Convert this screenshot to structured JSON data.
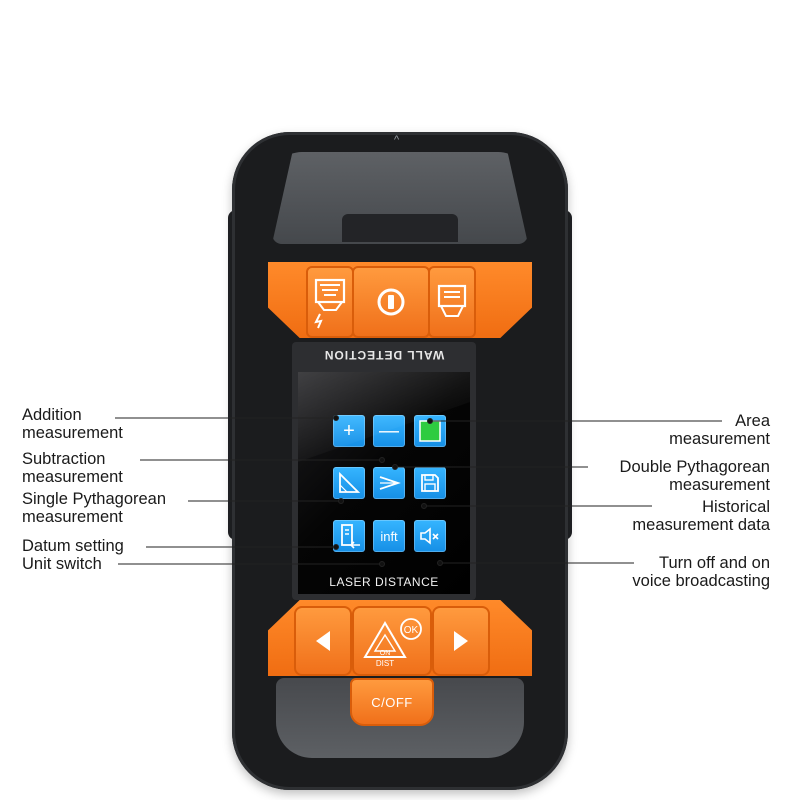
{
  "device": {
    "screen_top_label": "WALL DETECTION",
    "screen_bottom_label": "LASER DISTANCE",
    "unit_tile_text": "inft",
    "power_button_label": "C/OFF",
    "on_dist_top": "ON",
    "on_dist_bottom": "DIST",
    "ok_label": "OK"
  },
  "callouts_left": [
    {
      "line1": "Addition",
      "line2": "measurement"
    },
    {
      "line1": "Subtraction",
      "line2": "measurement"
    },
    {
      "line1": "Single Pythagorean",
      "line2": "measurement"
    },
    {
      "line1": "Datum setting",
      "line2": ""
    },
    {
      "line1": "Unit switch",
      "line2": ""
    }
  ],
  "callouts_right": [
    {
      "line1": "Area",
      "line2": "measurement"
    },
    {
      "line1": "Double Pythagorean",
      "line2": "measurement"
    },
    {
      "line1": "Historical",
      "line2": "measurement data"
    },
    {
      "line1": "Turn off and on",
      "line2": "voice broadcasting"
    }
  ],
  "icons": {
    "plus": "plus-icon",
    "minus": "minus-icon",
    "area": "square-area-icon",
    "single": "triangle-icon",
    "double": "double-triangle-icon",
    "history": "save-icon",
    "datum": "datum-icon",
    "mute": "speaker-mute-icon"
  },
  "colors": {
    "orange": "#f47a1f",
    "tile_blue": "#1e9cf0",
    "area_green": "#2ecc40",
    "body": "#1b1c1e"
  }
}
